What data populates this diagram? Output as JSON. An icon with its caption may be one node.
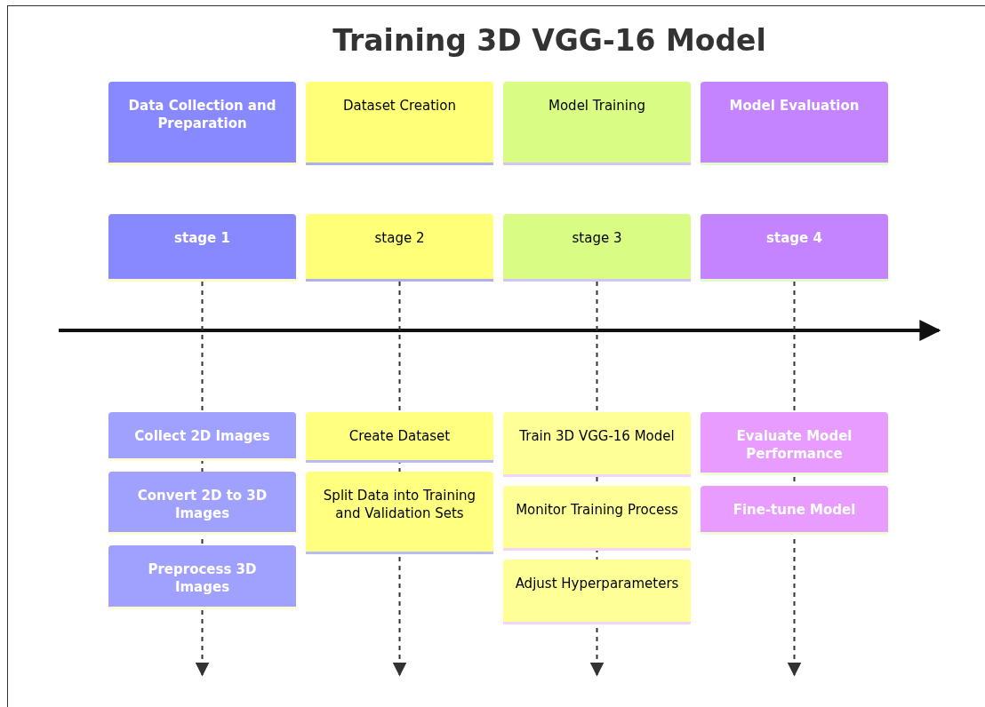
{
  "diagram": {
    "title": "Training 3D VGG-16 Model",
    "nodes": [
      {
        "text": [
          "Data Collection and Preparation"
        ]
      },
      {
        "text": [
          "Dataset Creation"
        ]
      },
      {
        "text": [
          "Model Training"
        ]
      },
      {
        "text": [
          "Model Evaluation"
        ]
      },
      {
        "text": [
          "stage 1"
        ]
      },
      {
        "text": [
          "stage 2"
        ]
      },
      {
        "text": [
          "stage 3"
        ]
      },
      {
        "text": [
          "stage 4"
        ]
      },
      {
        "text": [
          "Collect 2D Images"
        ]
      },
      {
        "text": [
          "Convert 2D to 3D Images"
        ]
      },
      {
        "text": [
          "Preprocess 3D Images"
        ]
      },
      {
        "text": [
          "Create Dataset"
        ]
      },
      {
        "text": [
          "Split Data into Training and Validation Sets"
        ]
      },
      {
        "text": [
          "Train 3D VGG-16 Model"
        ]
      },
      {
        "text": [
          "Monitor Training Process"
        ]
      },
      {
        "text": [
          "Adjust Hyperparameters"
        ]
      },
      {
        "text": [
          "Evaluate Model Performance"
        ]
      },
      {
        "text": [
          "Fine-tune Model"
        ]
      }
    ],
    "edges": [
      {
        "from": 4,
        "to": null,
        "arrow": "to",
        "style": "dashed"
      },
      {
        "from": 5,
        "to": null,
        "arrow": "to",
        "style": "dashed"
      },
      {
        "from": 6,
        "to": null,
        "arrow": "to",
        "style": "dashed"
      },
      {
        "from": 7,
        "to": null,
        "arrow": "to",
        "style": "dashed"
      }
    ]
  }
}
